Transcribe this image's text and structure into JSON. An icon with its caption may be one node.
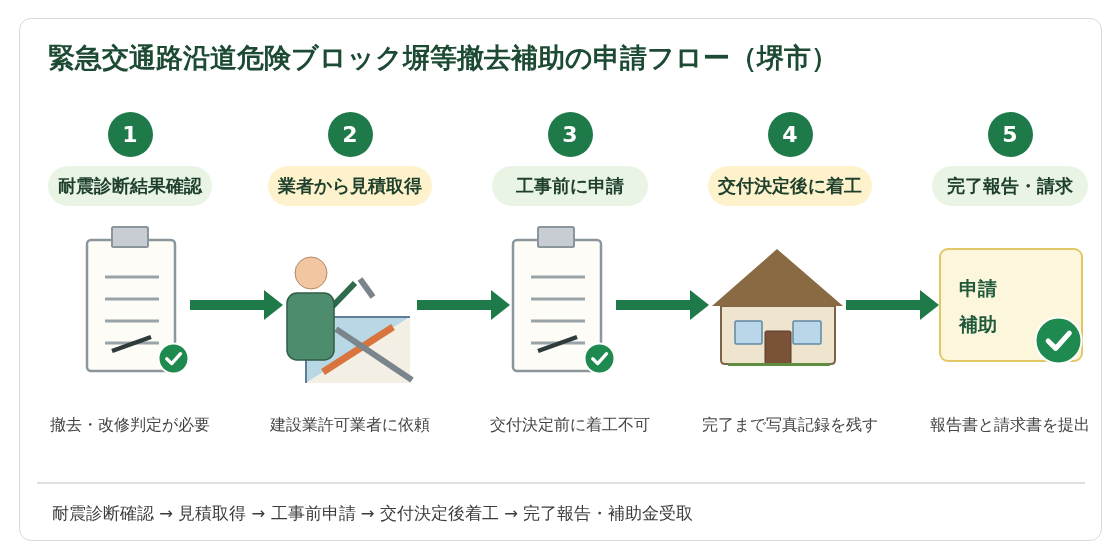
{
  "diagram": {
    "title": "緊急交通路沿道危険ブロック塀等撤去補助の申請フロー（堺市）",
    "nodes": [
      {
        "text": [
          "1"
        ]
      },
      {
        "text": [
          "2"
        ]
      },
      {
        "text": [
          "3"
        ]
      },
      {
        "text": [
          "4"
        ]
      },
      {
        "text": [
          "5"
        ]
      },
      {
        "text": [
          "耐震診断結果確認"
        ]
      },
      {
        "text": [
          "業者から見積取得"
        ]
      },
      {
        "text": [
          "工事前に申請"
        ]
      },
      {
        "text": [
          "交付決定後に着工"
        ]
      },
      {
        "text": [
          "完了報告・請求"
        ]
      },
      {
        "text": [],
        "shape": "picture",
        "beside": [
          "撤去・改修判定が必要"
        ]
      },
      {
        "text": [],
        "shape": "picture",
        "beside": [
          "建設業許可業者に依頼"
        ]
      },
      {
        "text": [],
        "shape": "picture",
        "beside": [
          "交付決定前に着工不可"
        ]
      },
      {
        "text": [],
        "shape": "picture",
        "beside": [
          "完了まで写真記録を残す"
        ]
      },
      {
        "text": [
          "申請",
          "補助"
        ],
        "beside": [
          "報告書と請求書を提出"
        ]
      }
    ],
    "edges": [
      {
        "from": 10,
        "to": 11,
        "arrow": "to"
      },
      {
        "from": 11,
        "to": 12,
        "arrow": "to"
      },
      {
        "from": 12,
        "to": 13,
        "arrow": "to"
      },
      {
        "from": 13,
        "to": 14,
        "arrow": "to"
      }
    ],
    "labels": [
      "耐震診断確認 → 見積取得 → 工事前申請 → 交付決定後着工 → 完了報告・補助金受取"
    ]
  }
}
